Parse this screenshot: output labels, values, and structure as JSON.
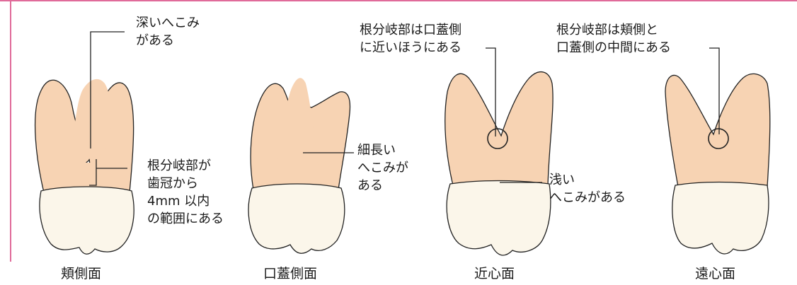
{
  "colors": {
    "frame": "#e06b9a",
    "root": "#f7d3b3",
    "root_shade": "#e8b592",
    "crown": "#fbf6ea",
    "crown_shade": "#e7ddc7",
    "outline": "#222222"
  },
  "views": [
    {
      "caption": "頬側面",
      "annotations": [
        {
          "lines": [
            "深いへこみ",
            "がある"
          ]
        },
        {
          "lines": [
            "根分岐部が",
            "歯冠から",
            "4mm 以内",
            "の範囲にある"
          ]
        }
      ]
    },
    {
      "caption": "口蓋側面",
      "annotations": [
        {
          "lines": [
            "細長い",
            "へこみが",
            "ある"
          ]
        }
      ]
    },
    {
      "caption": "近心面",
      "annotations": [
        {
          "lines": [
            "根分岐部は口蓋側",
            "に近いほうにある"
          ]
        },
        {
          "lines": [
            "浅い",
            "へこみがある"
          ]
        }
      ]
    },
    {
      "caption": "遠心面",
      "annotations": [
        {
          "lines": [
            "根分岐部は頬側と",
            "口蓋側の中間にある"
          ]
        }
      ]
    }
  ]
}
